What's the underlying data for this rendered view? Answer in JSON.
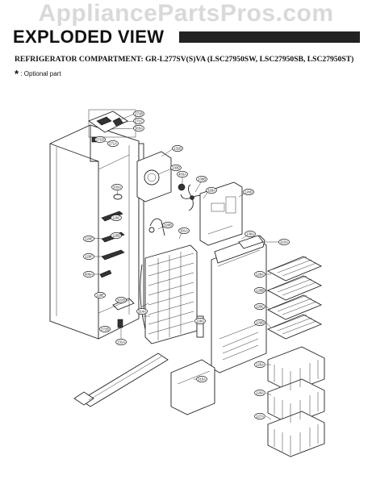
{
  "watermark": "AppliancePartsPros.com",
  "header": {
    "title": "EXPLODED VIEW",
    "subtitle": "REFRIGERATOR COMPARTMENT: GR-L277SV(S)VA (LSC27950SW, LSC27950SB, LSC27950ST)",
    "optional_star": "*",
    "optional_label": " : Optional part"
  },
  "part_labels": [
    "271B",
    "271C",
    "303A",
    "271D",
    "271A",
    "131B",
    "130D",
    "403A",
    "139B",
    "329A",
    "120D",
    "333A",
    "128C",
    "128D",
    "120E",
    "120F",
    "406A",
    "320B",
    "301A",
    "136A",
    "323A",
    "321B",
    "314A",
    "128A",
    "129A",
    "129B",
    "129C",
    "129D",
    "131A",
    "315A",
    "125A",
    "126A",
    "127A",
    "128E",
    "272B"
  ]
}
